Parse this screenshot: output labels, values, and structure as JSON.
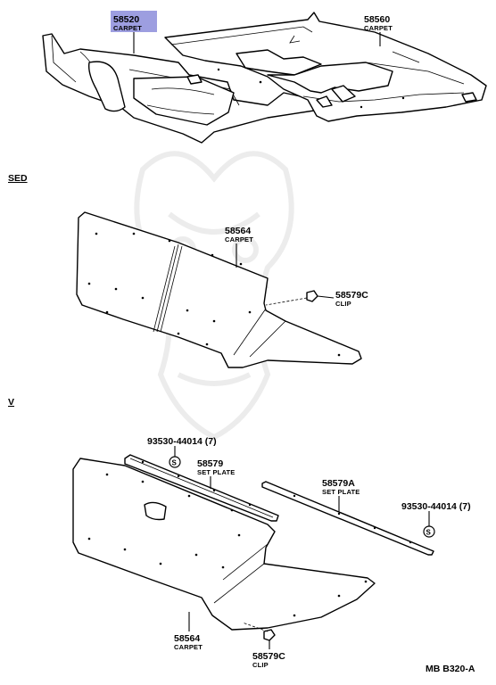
{
  "callouts": {
    "carpet_front_left": {
      "part_no": "58520",
      "name": "CARPET",
      "highlight": "#9d9ee0"
    },
    "carpet_front_right": {
      "part_no": "58560",
      "name": "CARPET"
    },
    "sed_carpet": {
      "part_no": "58564",
      "name": "CARPET"
    },
    "sed_clip": {
      "part_no": "58579C",
      "name": "CLIP"
    },
    "v_bolt_left": {
      "part_no": "93530-44014 (7)"
    },
    "v_set_plate": {
      "part_no": "58579",
      "name": "SET PLATE"
    },
    "v_set_plate_a": {
      "part_no": "58579A",
      "name": "SET PLATE"
    },
    "v_bolt_right": {
      "part_no": "93530-44014 (7)"
    },
    "v_carpet": {
      "part_no": "58564",
      "name": "CARPET"
    },
    "v_clip": {
      "part_no": "58579C",
      "name": "CLIP"
    }
  },
  "sections": {
    "sed": "SED",
    "v": "V"
  },
  "bolt_symbol": "S",
  "footer": {
    "ref_code": "MB  B320-A"
  }
}
